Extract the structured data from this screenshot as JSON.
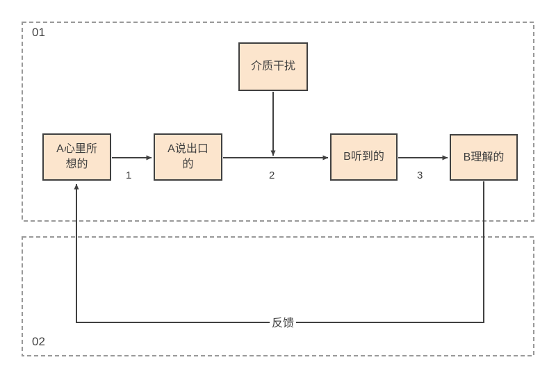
{
  "diagram": {
    "groups": [
      {
        "id": "01",
        "label": "01"
      },
      {
        "id": "02",
        "label": "02"
      }
    ],
    "boxes": [
      {
        "id": "medium-interference",
        "label": "介质干扰"
      },
      {
        "id": "a-thinks",
        "label": "A心里所\n想的"
      },
      {
        "id": "a-says",
        "label": "A说出口\n的"
      },
      {
        "id": "b-hears",
        "label": "B听到的"
      },
      {
        "id": "b-understands",
        "label": "B理解的"
      }
    ],
    "edge_labels": [
      {
        "id": "step-1",
        "label": "1"
      },
      {
        "id": "step-2",
        "label": "2"
      },
      {
        "id": "step-3",
        "label": "3"
      }
    ],
    "feedback_label": "反馈",
    "colors": {
      "box_fill": "#fce5cd",
      "box_border": "#404040",
      "line": "#404040",
      "dashed_border": "#999999",
      "text": "#404040",
      "background": "#ffffff"
    }
  }
}
